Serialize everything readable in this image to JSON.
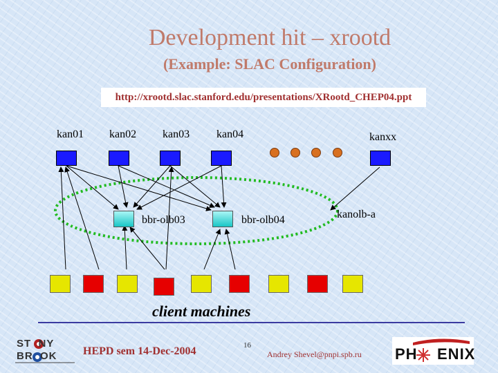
{
  "slide": {
    "title": "Development hit – xrootd",
    "subtitle": "(Example: SLAC Configuration)",
    "url": "http://xrootd.slac.stanford.edu/presentations/XRootd_CHEP04.ppt"
  },
  "diagram": {
    "data_servers": [
      {
        "label": "kan01"
      },
      {
        "label": "kan02"
      },
      {
        "label": "kan03"
      },
      {
        "label": "kan04"
      },
      {
        "label": "kanxx"
      }
    ],
    "redirectors": [
      {
        "label": "bbr-olb03"
      },
      {
        "label": "bbr-olb04"
      },
      {
        "label": "kanolb-a"
      }
    ],
    "clients_label": "client machines",
    "client_colors": [
      "yellow",
      "red",
      "yellow",
      "red",
      "yellow",
      "red",
      "yellow",
      "red",
      "yellow"
    ],
    "colors": {
      "server_blue": "#1a1aff",
      "redirector_cyan": "#18c6c6",
      "client_yellow": "#e6e600",
      "client_red": "#e60000",
      "ellipse_green": "#22bb22",
      "ellipsis_dots": "#d87020"
    }
  },
  "footer": {
    "left": "HEPD sem 14-Dec-2004",
    "page": "16",
    "right": "Andrey Shevel@pnpi.spb.ru",
    "logo_left_text": "STONY BROOK",
    "logo_right_text": "PHENIX"
  }
}
